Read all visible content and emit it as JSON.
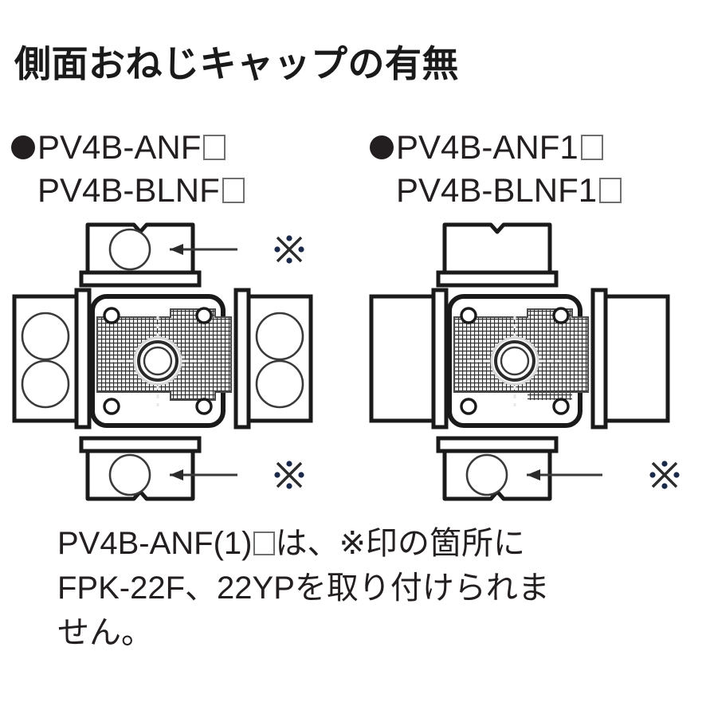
{
  "title": "側面おねじキャップの有無",
  "columns": [
    {
      "id": "left",
      "bullet": "●",
      "models": [
        {
          "text": "PV4B-ANF",
          "suffix_box": "□",
          "bulleted": true
        },
        {
          "text": "PV4B-BLNF",
          "suffix_box": "□",
          "bulleted": false
        }
      ],
      "views": {
        "top": {
          "has_hole": true,
          "has_callout": true,
          "callout_mark": "※"
        },
        "bottom": {
          "has_hole": true,
          "has_callout": true,
          "callout_mark": "※"
        },
        "left": {
          "holes": 2
        },
        "right": {
          "holes": 2
        }
      }
    },
    {
      "id": "right",
      "bullet": "●",
      "models": [
        {
          "text": "PV4B-ANF1",
          "suffix_box": "□",
          "bulleted": true
        },
        {
          "text": "PV4B-BLNF1",
          "suffix_box": "□",
          "bulleted": false
        }
      ],
      "views": {
        "top": {
          "has_hole": false,
          "has_callout": false,
          "callout_mark": ""
        },
        "bottom": {
          "has_hole": true,
          "has_callout": true,
          "callout_mark": "※"
        },
        "left": {
          "holes": 0
        },
        "right": {
          "holes": 0
        }
      }
    }
  ],
  "footer": {
    "line1_a": "PV4B-ANF(1)",
    "line1_box": "□",
    "line1_b": "は、※印の箇所に",
    "line2": "FPK-22F、22YPを取り付けられま",
    "line3": "せん。"
  },
  "colors": {
    "ink": "#231f20",
    "outline": "#1a1a1a",
    "box_fill": "#ffffff",
    "mesh_dark": "#3a3a3a",
    "placeholder_square_border": "#6f6f72",
    "background": "#ffffff"
  },
  "icons": {
    "bullet": "filled-circle-icon",
    "kome": "kome-reference-mark-icon",
    "arrow": "leader-arrow-icon",
    "square_placeholder": "empty-square-placeholder-icon"
  }
}
